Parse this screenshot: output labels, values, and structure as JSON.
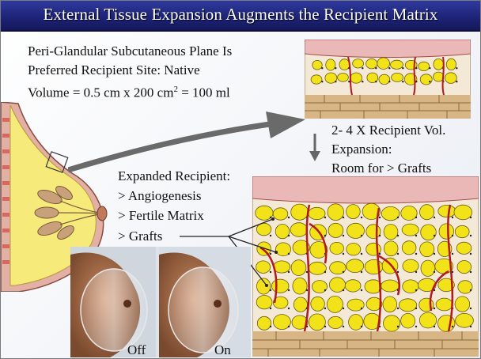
{
  "title": "External Tissue Expansion Augments the Recipient Matrix",
  "intro": {
    "line1": "Peri-Glandular Subcutaneous Plane Is",
    "line2": "Preferred Recipient Site: Native",
    "line3_prefix": "Volume = 0.5 cm x 200 cm",
    "line3_sup": "2",
    "line3_suffix": " = 100 ml"
  },
  "expansion": {
    "line1": "2- 4 X Recipient Vol.",
    "line2": "Expansion:",
    "line3": "Room for > Grafts"
  },
  "expanded_recipient": {
    "heading": "Expanded Recipient:",
    "items": [
      "> Angiogenesis",
      "> Fertile Matrix",
      "> Grafts"
    ]
  },
  "photo_labels": {
    "off": "Off",
    "on": "On"
  },
  "colors": {
    "title_bg": "#1d2275",
    "title_text": "#ffffff",
    "fat_lobule": "#f2e21a",
    "vessel": "#b3181c",
    "skin": "#e9c3c3",
    "muscle": "#d8b98c"
  }
}
